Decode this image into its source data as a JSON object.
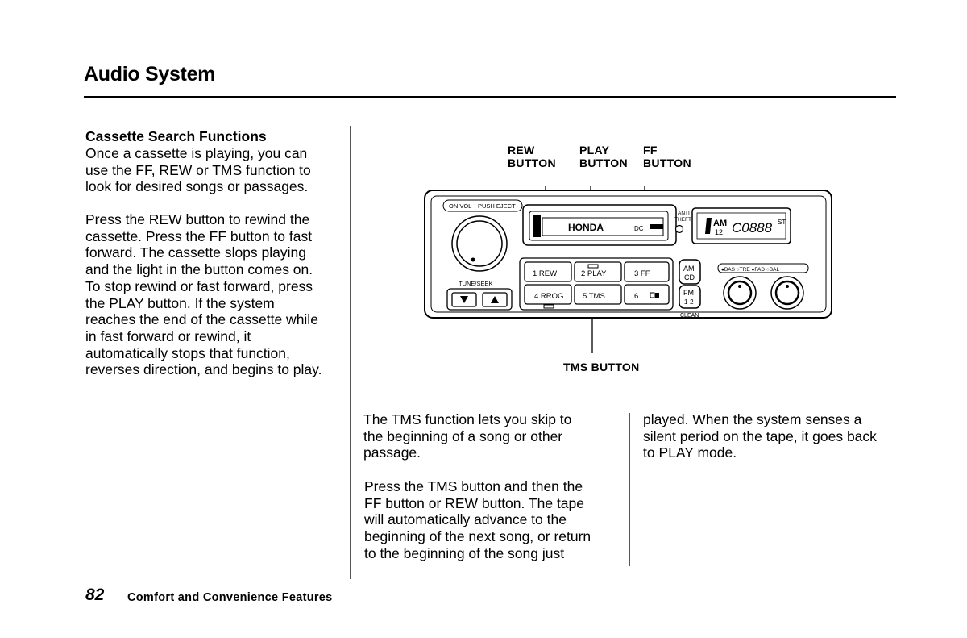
{
  "header": {
    "title": "Audio System"
  },
  "left": {
    "subheading": "Cassette Search Functions",
    "para1": "Once a cassette is playing, you can\nuse the FF, REW or TMS function to\nlook for desired songs or passages.",
    "para2": "Press the REW button to rewind the\ncassette. Press the FF button to fast\nforward. The cassette slops playing\nand the light in the button comes on.\nTo stop rewind or fast forward, press\nthe PLAY button. If the system\nreaches the end of the cassette while\nin fast forward or rewind, it\nautomatically stops that function,\nreverses direction, and begins to play."
  },
  "figure": {
    "callouts": {
      "rew": "REW\nBUTTON",
      "play": "PLAY\nBUTTON",
      "ff": "FF\nBUTTON",
      "tms": "TMS  BUTTON"
    },
    "radio": {
      "on_vol": "ON VOL",
      "push_eject": "PUSH EJECT",
      "brand": "HONDA",
      "dolby": "DC",
      "anti_theft_1": "ANTI",
      "anti_theft_2": "THEFT",
      "display_band": "AM",
      "display_preset": "12",
      "display_freq": "C0888",
      "display_stereo": "ST",
      "tune_seek": "TUNE/SEEK",
      "btn1": "1  REW",
      "btn2": "2  PLAY",
      "btn3": "3   FF",
      "btn4": "4  RROG",
      "btn5": "5  TMS",
      "btn6": "6",
      "am": "AM",
      "cd": "CD",
      "fm": "FM",
      "fm12": "1·2",
      "clean": "CLEAN",
      "tone_labels": "●BAS  ○TRE  ●FAD  ○BAL"
    }
  },
  "col2": {
    "para1": "The TMS function lets you skip to\nthe beginning of a song or other\npassage.",
    "para2": "Press the TMS button and then the\nFF button or REW button. The tape\nwill automatically advance to the\nbeginning of the next song, or return\nto the beginning of the song just"
  },
  "col3": {
    "para1": "played. When the system senses a\nsilent period on the tape, it goes back\nto PLAY mode."
  },
  "footer": {
    "page_number": "82",
    "section": "Comfort and Convenience Features"
  }
}
